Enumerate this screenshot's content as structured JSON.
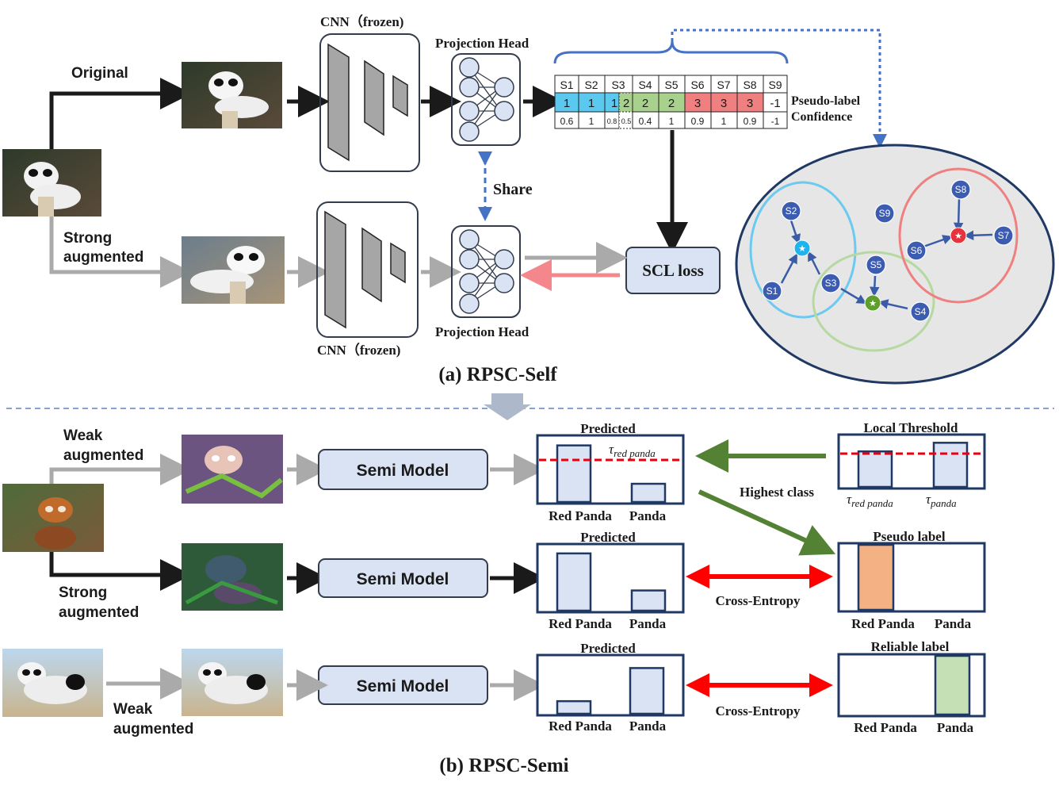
{
  "part_a": {
    "caption": "(a) RPSC-Self",
    "original_label": "Original",
    "strong_label_line1": "Strong",
    "strong_label_line2": "augmented",
    "cnn_top_label": "CNN（frozen)",
    "cnn_bottom_label": "CNN（frozen)",
    "proj_head_top_label": "Projection Head",
    "proj_head_bottom_label": "Projection Head",
    "share_label": "Share",
    "scl_loss_label": "SCL loss",
    "pseudo_label_row_label": "Pseudo-label",
    "confidence_row_label": "Confidence",
    "table": {
      "headers": [
        "S1",
        "S2",
        "S3",
        "S4",
        "S5",
        "S6",
        "S7",
        "S8",
        "S9"
      ],
      "pseudo_labels": [
        "1",
        "1",
        "1",
        "2",
        "2",
        "2",
        "3",
        "3",
        "3",
        "-1"
      ],
      "confidences": [
        "0.6",
        "1",
        "0.8",
        "0.5",
        "0.4",
        "1",
        "0.9",
        "1",
        "0.9",
        "-1"
      ]
    },
    "cluster_samples": [
      "S1",
      "S2",
      "S3",
      "S4",
      "S5",
      "S6",
      "S7",
      "S8",
      "S9"
    ]
  },
  "part_b": {
    "caption": "(b) RPSC-Semi",
    "weak_label_line1": "Weak",
    "weak_label_line2": "augmented",
    "strong_label_line1": "Strong",
    "strong_label_line2": "augmented",
    "weak2_label_line1": "Weak",
    "weak2_label_line2": "augmented",
    "semi_model_label": "Semi Model",
    "predicted_label": "Predicted",
    "tau_red_panda": "τ",
    "tau_red_panda_sub": "red panda",
    "tau_panda_sub": "panda",
    "local_threshold_label": "Local Threshold",
    "highest_class_label": "Highest class",
    "pseudo_label_title": "Pseudo label",
    "reliable_label_title": "Reliable label",
    "cross_entropy_label": "Cross-Entropy",
    "class_red_panda": "Red Panda",
    "class_panda": "Panda",
    "predicted_bars": [
      {
        "red_panda": 0.87,
        "panda": 0.28
      },
      {
        "red_panda": 0.88,
        "panda": 0.31
      },
      {
        "red_panda": 0.22,
        "panda": 0.8
      }
    ],
    "local_threshold_bars": {
      "red_panda": 0.7,
      "panda": 0.87
    },
    "pseudo_label_class": "Red Panda",
    "reliable_label_class": "Panda"
  },
  "colors": {
    "blue_cell": "#5bc8ef",
    "green_cell": "#a9d18e",
    "red_cell": "#f08080",
    "bar_fill": "#dae3f3",
    "pseudo_bar": "#f4b183",
    "reliable_bar": "#c5e0b4",
    "dark_navy": "#1f3864",
    "arrow_green": "#548235",
    "arrow_red": "#ff0000",
    "arrow_pink": "#f4878c",
    "arrow_gray": "#aaaaaa",
    "arrow_blue": "#4472c4"
  }
}
